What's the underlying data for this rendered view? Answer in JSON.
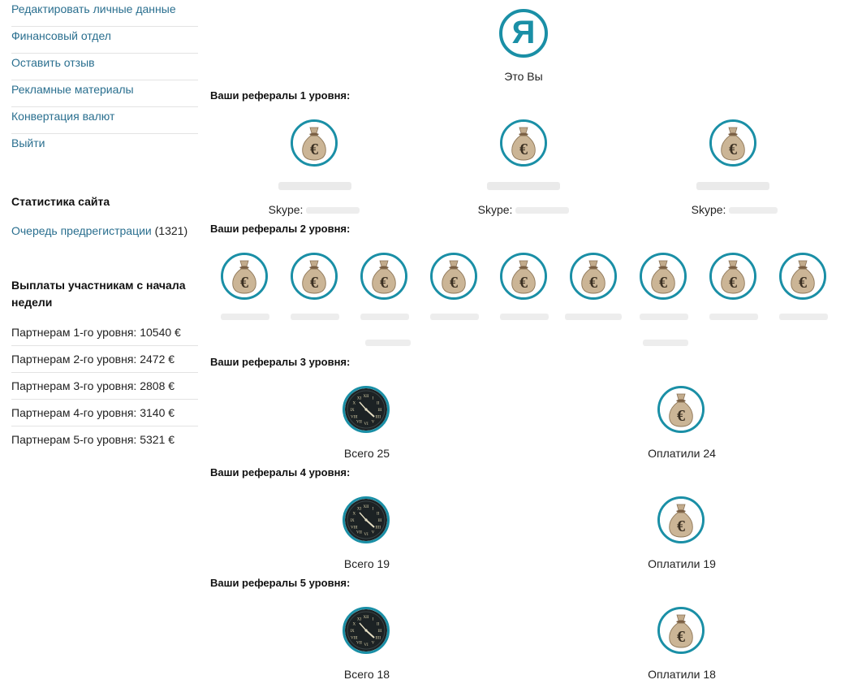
{
  "sidebar": {
    "menu": [
      {
        "label": "Редактировать личные данные"
      },
      {
        "label": "Финансовый отдел"
      },
      {
        "label": "Оставить отзыв"
      },
      {
        "label": "Рекламные материалы"
      },
      {
        "label": "Конвертация валют"
      },
      {
        "label": "Выйти"
      }
    ],
    "stats_title": "Статистика сайта",
    "prereg_link": "Очередь предрегистрации",
    "prereg_count": "(1321)",
    "payouts_title": "Выплаты участникам с начала недели",
    "payouts": [
      {
        "label": "Партнерам 1-го уровня: 10540 €"
      },
      {
        "label": "Партнерам 2-го уровня: 2472 €"
      },
      {
        "label": "Партнерам 3-го уровня: 2808 €"
      },
      {
        "label": "Партнерам 4-го уровня: 3140 €"
      },
      {
        "label": "Партнерам 5-го уровня: 5321 €"
      }
    ]
  },
  "main": {
    "you": {
      "letter": "Я",
      "caption": "Это Вы"
    },
    "levels": [
      {
        "title": "Ваши рефералы 1 уровня:"
      },
      {
        "title": "Ваши рефералы 2 уровня:"
      },
      {
        "title": "Ваши рефералы 3 уровня:"
      },
      {
        "title": "Ваши рефералы 4 уровня:"
      },
      {
        "title": "Ваши рефералы 5 уровня:"
      }
    ],
    "level1_referrals": [
      {
        "skype_label": "Skype:"
      },
      {
        "skype_label": "Skype:"
      },
      {
        "skype_label": "Skype:"
      }
    ],
    "level3": {
      "total": "Всего 25",
      "paid": "Оплатили 24"
    },
    "level4": {
      "total": "Всего 19",
      "paid": "Оплатили 19"
    },
    "level5": {
      "total": "Всего 18",
      "paid": "Оплатили 18"
    },
    "icons": {
      "moneybag": "moneybag-euro-icon",
      "clock": "clock-icon"
    },
    "colors": {
      "accent": "#1a8fa6",
      "link": "#2a6f8f"
    }
  }
}
